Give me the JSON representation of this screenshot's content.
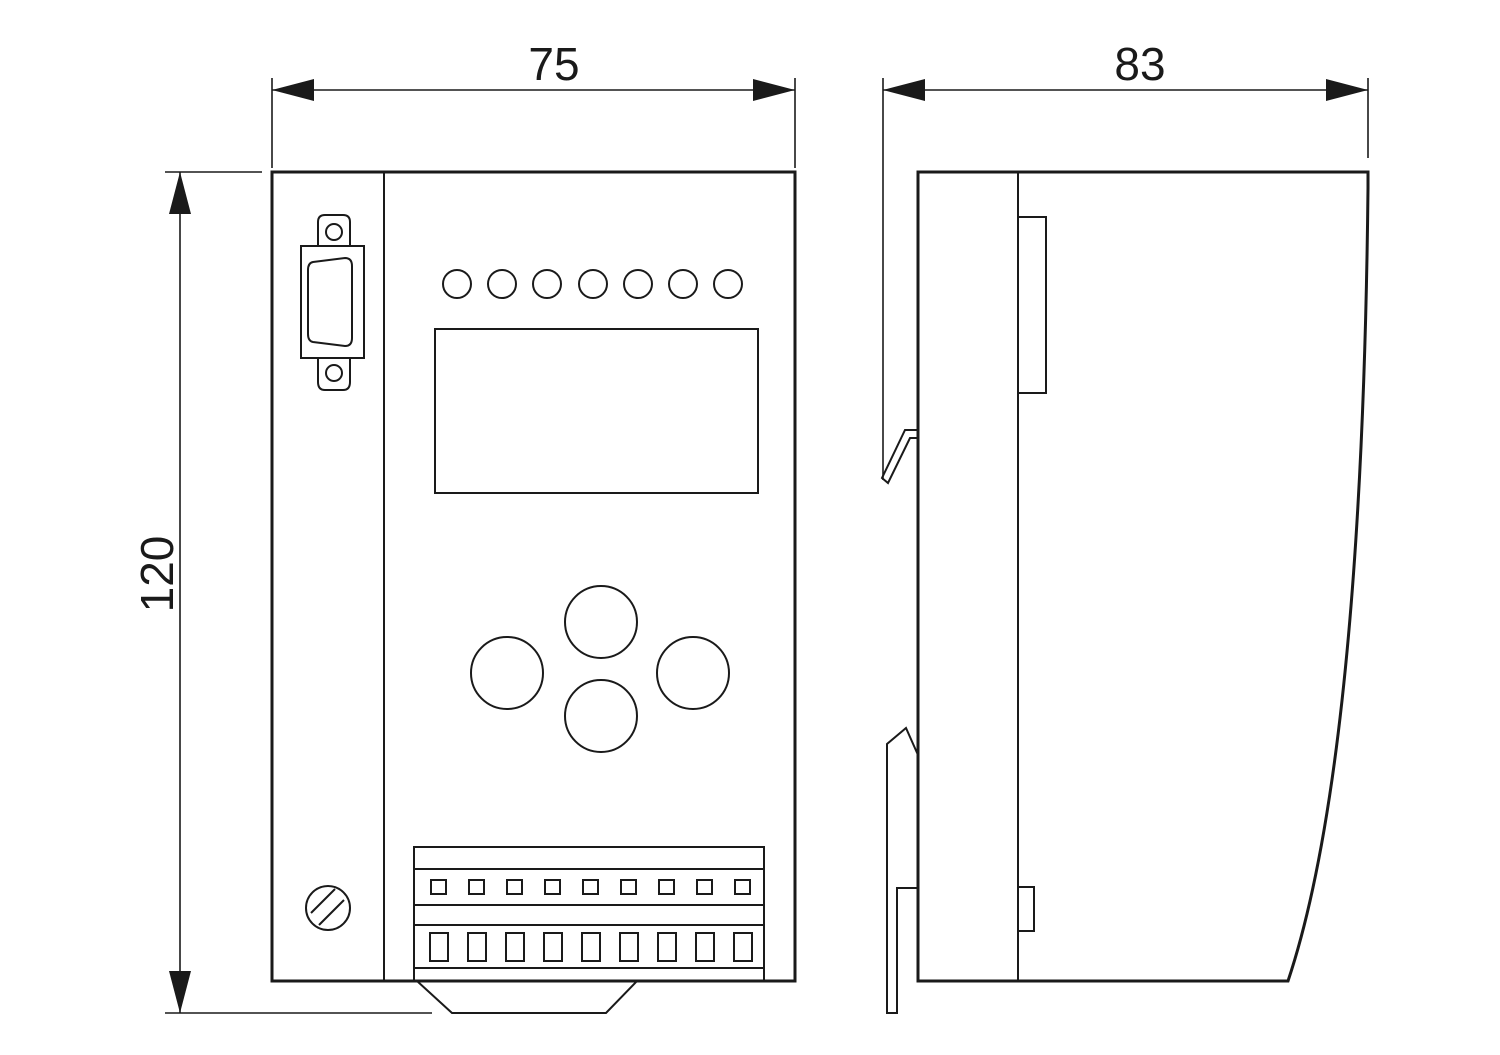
{
  "dimensions": {
    "front_width": "75",
    "front_height": "120",
    "side_depth": "83"
  },
  "front_view": {
    "led_count": 7,
    "button_count": 4,
    "terminal_count": 9
  },
  "colors": {
    "line": "#1a1a1a",
    "background": "#ffffff"
  }
}
